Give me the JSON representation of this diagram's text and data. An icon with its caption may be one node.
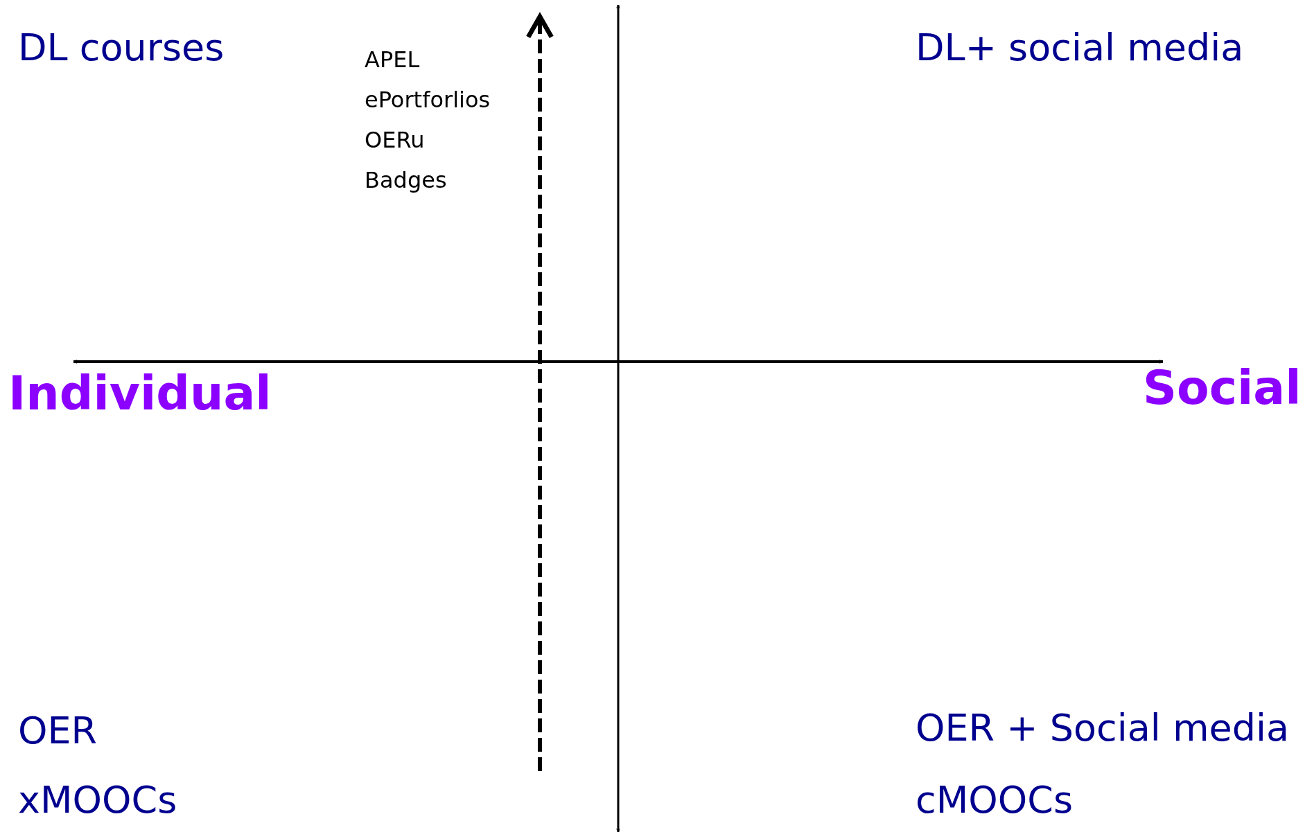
{
  "diagram": {
    "labels": [
      "DL courses",
      "APEL",
      "ePortforlios",
      "OERu",
      "Badges",
      "DL+ social media",
      "Individual",
      "Social",
      "OER",
      "xMOOCs",
      "OER + Social media",
      "cMOOCs"
    ]
  }
}
